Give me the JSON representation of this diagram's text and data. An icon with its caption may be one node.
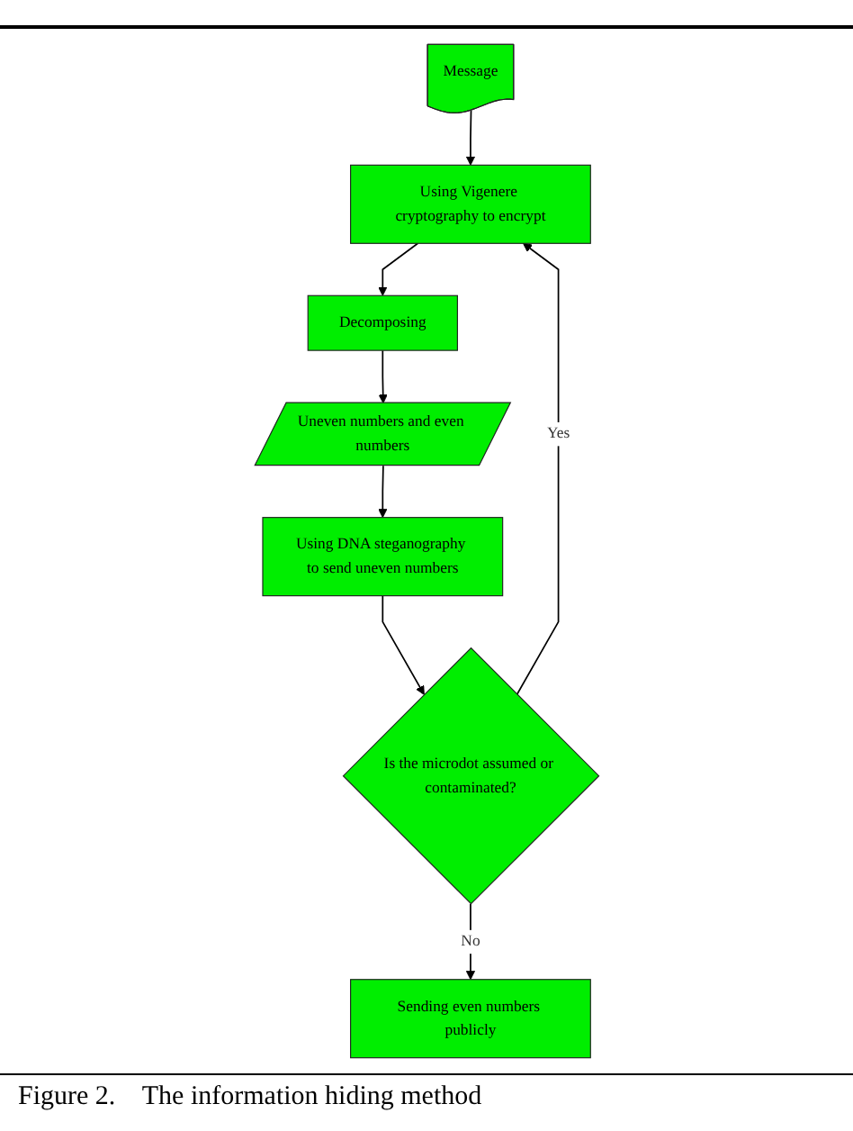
{
  "diagram": {
    "caption": "Figure 2.    The information hiding method",
    "nodes": [
      {
        "text": [
          "Message"
        ]
      },
      {
        "text": [
          "Using Vigenere cryptography to encrypt"
        ]
      },
      {
        "text": [
          "Decomposing"
        ]
      },
      {
        "text": [
          "Uneven numbers and even numbers"
        ]
      },
      {
        "text": [
          "Using DNA steganography to send uneven numbers"
        ]
      },
      {
        "text": [
          "Is the microdot assumed or contaminated?"
        ]
      },
      {
        "text": [
          "Sending even numbers publicly"
        ]
      }
    ],
    "edges": [
      {
        "from": 0,
        "to": 1,
        "arrow": "to"
      },
      {
        "from": 1,
        "to": 2,
        "arrow": "to"
      },
      {
        "from": 2,
        "to": 3,
        "arrow": "to"
      },
      {
        "from": 3,
        "to": 4,
        "arrow": "to"
      },
      {
        "from": 4,
        "to": 5,
        "arrow": "to"
      },
      {
        "from": 5,
        "to": 1,
        "label": "Yes",
        "arrow": "to"
      },
      {
        "from": 5,
        "to": 6,
        "label": "No",
        "arrow": "to"
      }
    ]
  }
}
